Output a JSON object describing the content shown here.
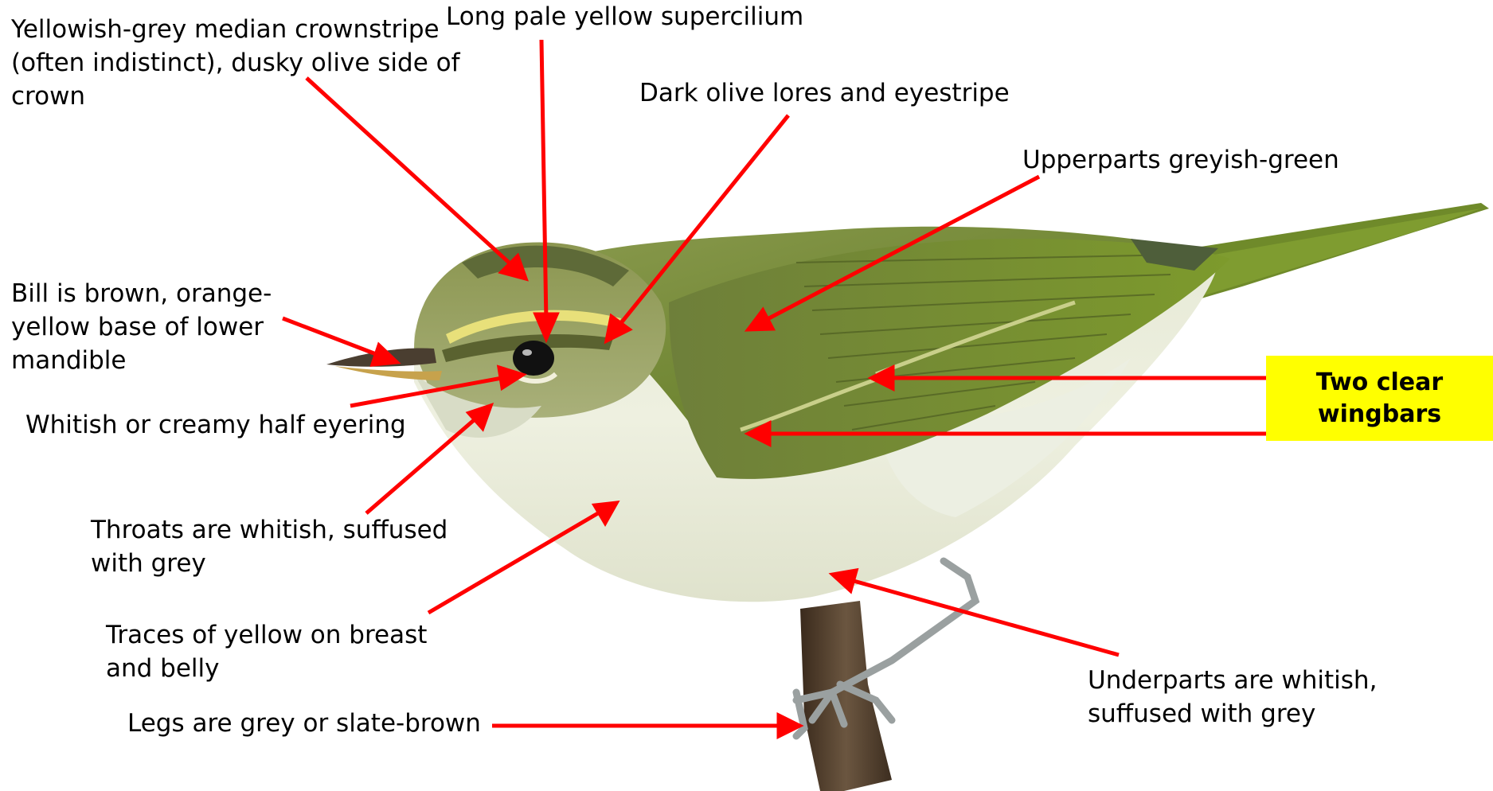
{
  "colors": {
    "arrow": "#ff0000",
    "highlight_box": "#ffff00",
    "text": "#000000"
  },
  "labels": {
    "crownstripe": "Yellowish-grey median crownstripe\n(often indistinct), dusky olive side of\ncrown",
    "supercilium": "Long pale yellow supercilium",
    "lores": "Dark olive lores and eyestripe",
    "upperparts": "Upperparts  greyish-green",
    "bill": "Bill is brown, orange-\nyellow base of lower\nmandible",
    "eyering": "Whitish or creamy half eyering",
    "throat": "Throats are  whitish, suffused\nwith grey",
    "breast": "Traces of yellow on breast\nand belly",
    "legs": "Legs are grey or slate-brown",
    "underparts": "Underparts are  whitish,\nsuffused with grey",
    "wingbars": "Two clear\nwingbars"
  }
}
